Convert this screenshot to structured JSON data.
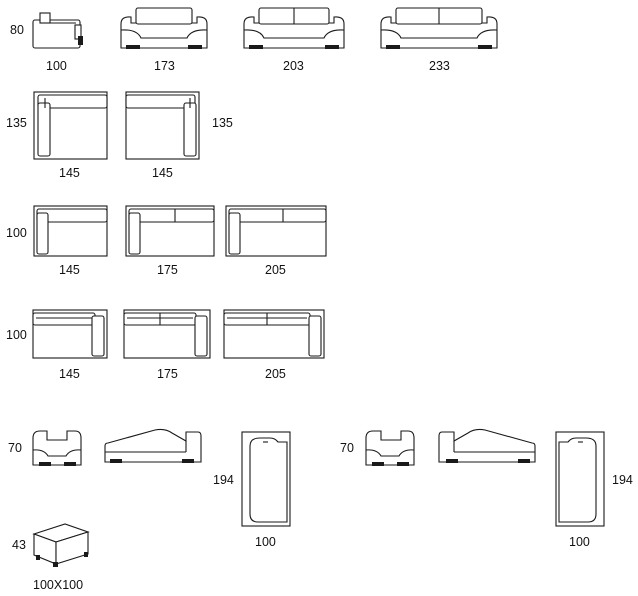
{
  "labels": {
    "row1_height": "80",
    "row1_w1": "100",
    "row1_w2": "173",
    "row1_w3": "203",
    "row1_w4": "233",
    "row2_height_left": "135",
    "row2_height_right": "135",
    "row2_w1": "145",
    "row2_w2": "145",
    "row3_height": "100",
    "row3_w1": "145",
    "row3_w2": "175",
    "row3_w3": "205",
    "row4_height": "100",
    "row4_w1": "145",
    "row4_w2": "175",
    "row4_w3": "205",
    "row5_height_left": "70",
    "row5_height_right": "70",
    "row5_chaise_len_left": "194",
    "row5_chaise_len_right": "194",
    "row5_chaise_w_left": "100",
    "row5_chaise_w_right": "100",
    "pouf_height": "43",
    "pouf_size": "100X100"
  }
}
